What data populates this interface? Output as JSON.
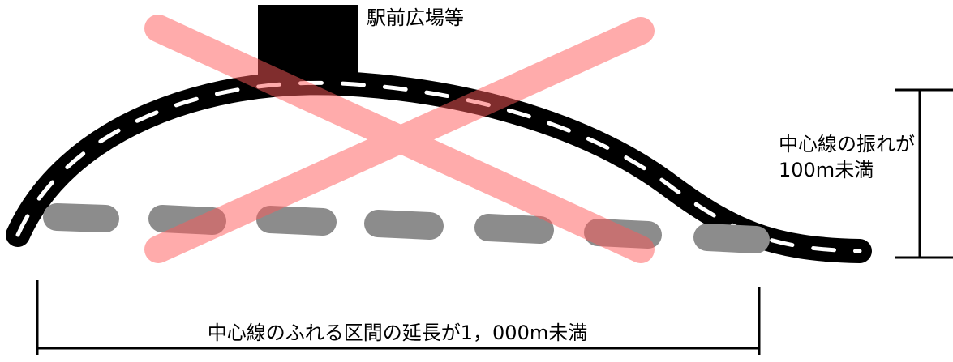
{
  "diagram": {
    "station_label": "駅前広場等",
    "deviation_label_line1": "中心線の振れが",
    "deviation_label_line2": "100m未満",
    "length_label": "中心線のふれる区間の延長が1，000m未満",
    "colors": {
      "road": "#000000",
      "center_line": "#ffffff",
      "straight_dashes": "#8c8c8c",
      "cross": "#ff6b6b",
      "building": "#000000"
    }
  }
}
